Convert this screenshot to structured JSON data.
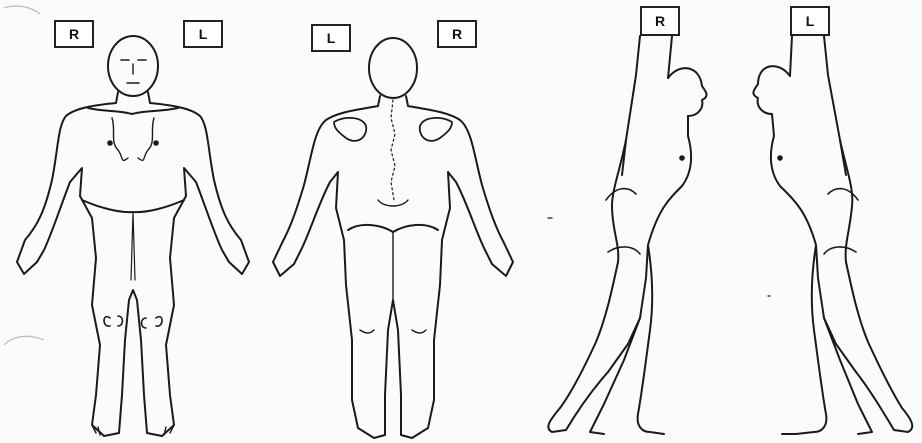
{
  "diagram": {
    "figures": [
      {
        "view": "front",
        "labels": [
          "R",
          "L"
        ]
      },
      {
        "view": "back",
        "labels": [
          "L",
          "R"
        ]
      },
      {
        "view": "right-side",
        "labels": [
          "R"
        ]
      },
      {
        "view": "left-side",
        "labels": [
          "L"
        ]
      }
    ]
  },
  "colors": {
    "ink": "#1a1a1a",
    "paper": "#fbfbfb",
    "label_border": "#222222"
  }
}
